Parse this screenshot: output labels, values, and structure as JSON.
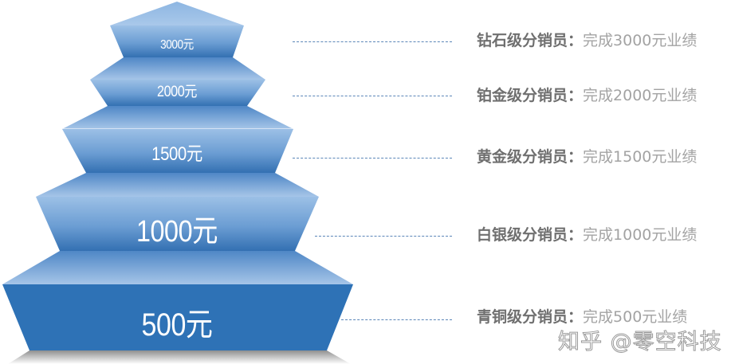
{
  "diagram": {
    "type": "pyramid",
    "colors": {
      "plate_light": "#a6c5e8",
      "plate_dark": "#4f87c6",
      "face_light": "#9cc0e6",
      "face_dark": "#2f6cad",
      "bottom_face": "#2e72b6",
      "connector": "#5b86b8",
      "title_text": "#6f6f6f",
      "body_text": "#a3a3a3"
    },
    "tiers": [
      {
        "level": 1,
        "label": "3000元",
        "title": "钻石级分销员：",
        "description": "完成3000元业绩",
        "amount": 3000
      },
      {
        "level": 2,
        "label": "2000元",
        "title": "铂金级分销员：",
        "description": "完成2000元业绩",
        "amount": 2000
      },
      {
        "level": 3,
        "label": "1500元",
        "title": "黄金级分销员：",
        "description": "完成1500元业绩",
        "amount": 1500
      },
      {
        "level": 4,
        "label": "1000元",
        "title": "白银级分销员：",
        "description": "完成1000元业绩",
        "amount": 1000
      },
      {
        "level": 5,
        "label": "500元",
        "title": "青铜级分销员：",
        "description": "完成500元业绩",
        "amount": 500
      }
    ]
  },
  "watermark": "知乎 @零空科技"
}
